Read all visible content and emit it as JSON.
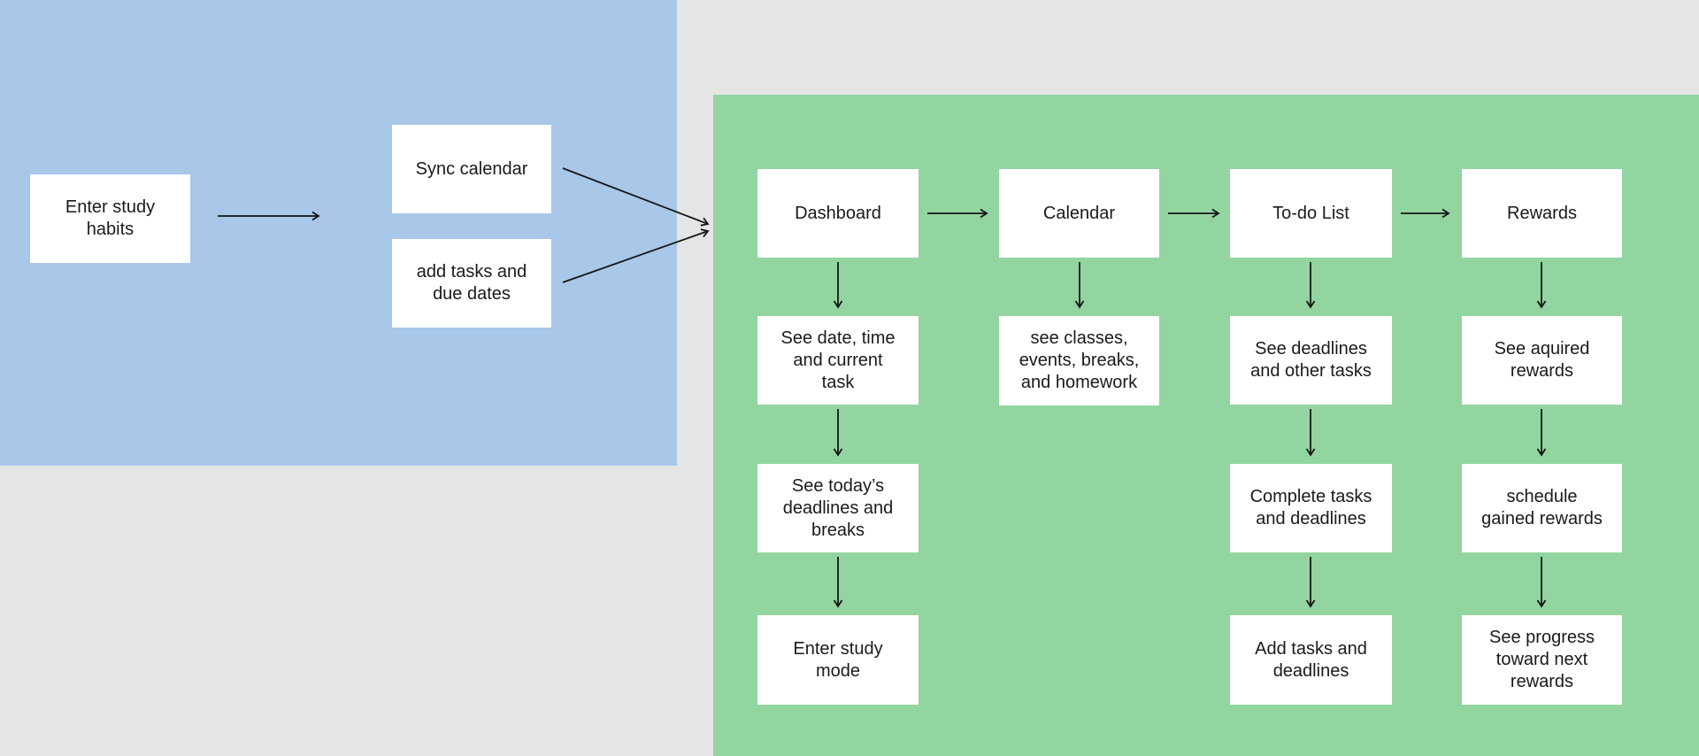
{
  "colors": {
    "background": "#e5e5e5",
    "planning_region": "#a8c7e9",
    "app_region": "#93d5a0",
    "node_bg": "#ffffff",
    "text": "#1a1a1a",
    "arrow": "#161616"
  },
  "nodes": {
    "enter_study_habits": {
      "label": "Enter study\nhabits"
    },
    "sync_calendar": {
      "label": "Sync calendar"
    },
    "add_tasks_due_dates": {
      "label": "add tasks and\ndue dates"
    },
    "dashboard": {
      "label": "Dashboard"
    },
    "calendar": {
      "label": "Calendar"
    },
    "todo_list": {
      "label": "To-do List"
    },
    "rewards": {
      "label": "Rewards"
    },
    "see_date_time": {
      "label": "See date, time\nand current\ntask"
    },
    "see_classes": {
      "label": "see classes,\nevents, breaks,\nand homework"
    },
    "see_deadlines": {
      "label": "See deadlines\nand other tasks"
    },
    "see_aquired_rewards": {
      "label": "See aquired\nrewards"
    },
    "see_todays_deadlines": {
      "label": "See today’s\ndeadlines and\nbreaks"
    },
    "complete_tasks": {
      "label": "Complete tasks\nand deadlines"
    },
    "schedule_gained": {
      "label": "schedule\ngained rewards"
    },
    "enter_study_mode": {
      "label": "Enter study\nmode"
    },
    "add_tasks_deadlines": {
      "label": "Add tasks and\ndeadlines"
    },
    "see_progress": {
      "label": "See progress\ntoward next\nrewards"
    }
  },
  "edges": [
    {
      "from": "enter_study_habits",
      "to": "planning_options"
    },
    {
      "from": "sync_calendar",
      "to": "app_region"
    },
    {
      "from": "add_tasks_due_dates",
      "to": "app_region"
    },
    {
      "from": "dashboard",
      "to": "calendar"
    },
    {
      "from": "calendar",
      "to": "todo_list"
    },
    {
      "from": "todo_list",
      "to": "rewards"
    },
    {
      "from": "dashboard",
      "to": "see_date_time"
    },
    {
      "from": "calendar",
      "to": "see_classes"
    },
    {
      "from": "todo_list",
      "to": "see_deadlines"
    },
    {
      "from": "rewards",
      "to": "see_aquired_rewards"
    },
    {
      "from": "see_date_time",
      "to": "see_todays_deadlines"
    },
    {
      "from": "see_deadlines",
      "to": "complete_tasks"
    },
    {
      "from": "see_aquired_rewards",
      "to": "schedule_gained"
    },
    {
      "from": "see_todays_deadlines",
      "to": "enter_study_mode"
    },
    {
      "from": "complete_tasks",
      "to": "add_tasks_deadlines"
    },
    {
      "from": "schedule_gained",
      "to": "see_progress"
    }
  ]
}
